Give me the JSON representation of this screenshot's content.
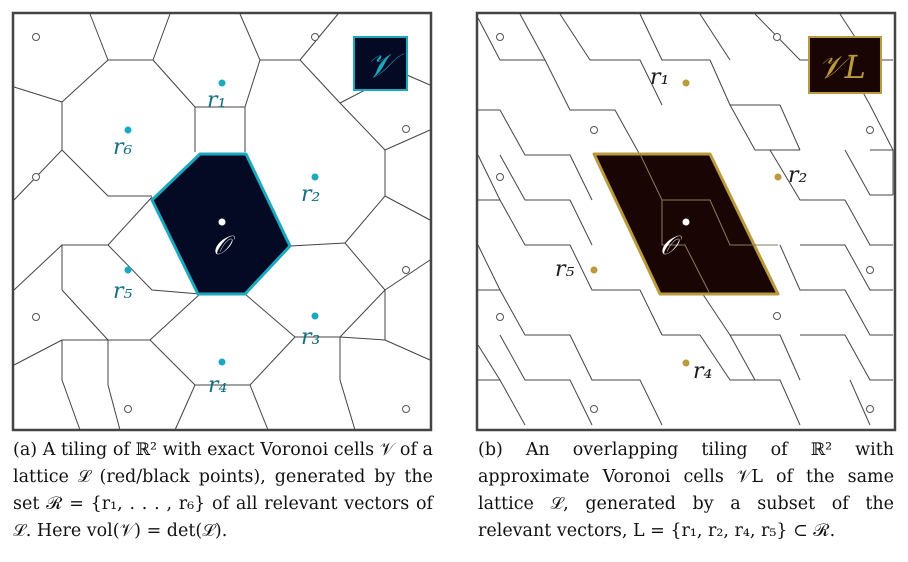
{
  "panel_a": {
    "badge": "𝒱",
    "origin_label": "𝒪",
    "vectors": [
      {
        "label": "r₁"
      },
      {
        "label": "r₂"
      },
      {
        "label": "r₃"
      },
      {
        "label": "r₄"
      },
      {
        "label": "r₅"
      },
      {
        "label": "r₆"
      }
    ],
    "colors": {
      "accent": "#1aa9bf",
      "cell_fill": "#050a24",
      "frame": "#444444"
    }
  },
  "panel_b": {
    "badge": "𝒱L",
    "origin_label": "𝒪",
    "vectors": [
      {
        "label": "r₁"
      },
      {
        "label": "r₂"
      },
      {
        "label": "r₄"
      },
      {
        "label": "r₅"
      }
    ],
    "colors": {
      "accent": "#b99a3c",
      "cell_fill": "#1a0505",
      "frame": "#444444"
    }
  },
  "captions": {
    "a": "(a) A tiling of ℝ² with exact Voronoi cells 𝒱 of a lattice ℒ (red/black points), generated by the set ℛ = {r₁, . . . , r₆} of all relevant vectors of ℒ. Here vol(𝒱) = det(ℒ).",
    "b": "(b) An overlapping tiling of ℝ² with approximate Voronoi cells 𝒱L of the same lattice ℒ, generated by a subset of the relevant vectors, L = {r₁, r₂, r₄, r₅} ⊂ ℛ."
  }
}
